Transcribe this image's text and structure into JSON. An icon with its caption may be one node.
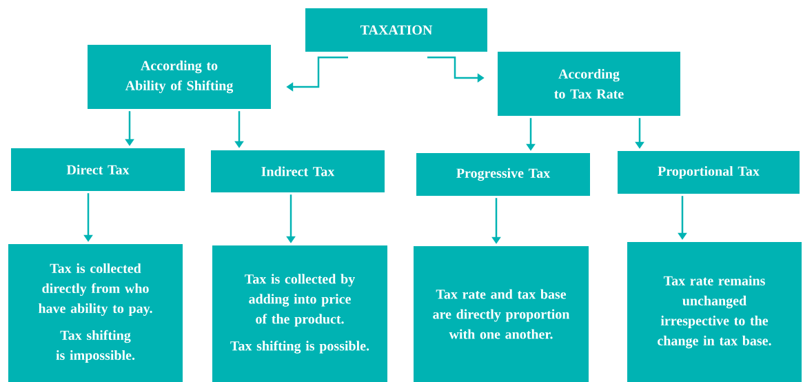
{
  "diagram": {
    "nodes": [
      {
        "text": [
          "TAXATION"
        ]
      },
      {
        "text": [
          "According to Ability of Shifting"
        ]
      },
      {
        "text": [
          "According to Tax Rate"
        ]
      },
      {
        "text": [
          "Direct Tax"
        ]
      },
      {
        "text": [
          "Indirect Tax"
        ]
      },
      {
        "text": [
          "Progressive Tax"
        ]
      },
      {
        "text": [
          "Proportional Tax"
        ]
      },
      {
        "text": [
          "Tax is collected directly from who have ability to pay.",
          "Tax shifting is impossible."
        ]
      },
      {
        "text": [
          "Tax is collected by adding into price of the product.",
          "Tax shifting is possible."
        ]
      },
      {
        "text": [
          "Tax rate and tax base are directly proportion with one another."
        ]
      },
      {
        "text": [
          "Tax rate remains unchanged irrespective to the change in tax base."
        ]
      }
    ],
    "edges": [
      {
        "from": 0,
        "to": 1,
        "arrow": "to"
      },
      {
        "from": 0,
        "to": 2,
        "arrow": "to"
      },
      {
        "from": 1,
        "to": 3,
        "arrow": "to"
      },
      {
        "from": 1,
        "to": 4,
        "arrow": "to"
      },
      {
        "from": 2,
        "to": 5,
        "arrow": "to"
      },
      {
        "from": 2,
        "to": 6,
        "arrow": "to"
      },
      {
        "from": 3,
        "to": 7,
        "arrow": "to"
      },
      {
        "from": 4,
        "to": 8,
        "arrow": "to"
      },
      {
        "from": 5,
        "to": 9,
        "arrow": "to"
      },
      {
        "from": 6,
        "to": 10,
        "arrow": "to"
      }
    ]
  }
}
